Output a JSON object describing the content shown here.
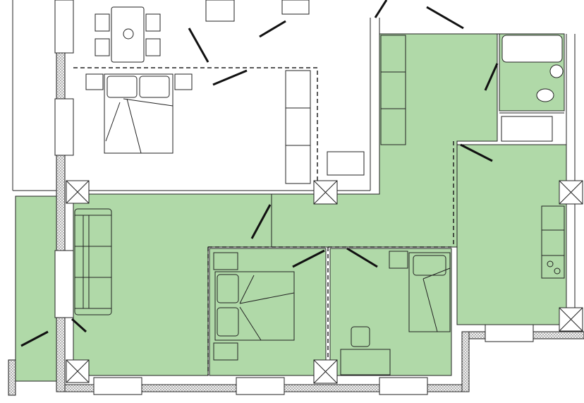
{
  "plan": {
    "colors": {
      "room_fill": "#b0d9a8",
      "wall_fill": "#ffffff",
      "line": "#222222",
      "hatch": "#999999"
    },
    "rooms": [
      "living-room",
      "hall",
      "bedroom-1",
      "bedroom-2",
      "kitchen",
      "bathroom",
      "balcony"
    ]
  }
}
